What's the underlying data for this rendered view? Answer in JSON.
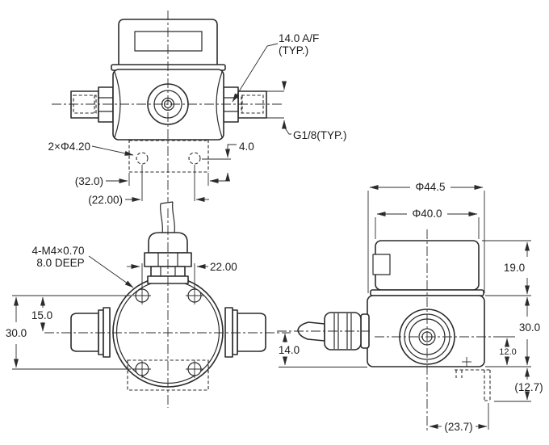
{
  "drawing": {
    "front_view": {
      "af_size": "14.0 A/F",
      "af_typ": "(TYP.)",
      "thread": "G1/8(TYP.)",
      "mount_holes": "2×Φ4.20",
      "bracket_width": "(32.0)",
      "hole_pitch": "(22.00)",
      "edge_offset": "4.0"
    },
    "top_view": {
      "tap_spec": "4-M4×0.70",
      "tap_depth": "8.0 DEEP",
      "hole_pitch_x": "22.00",
      "half_pitch": "15.0",
      "hole_pitch_y": "30.0"
    },
    "side_view": {
      "body_dia": "Φ44.5",
      "head_dia": "Φ40.0",
      "head_height": "19.0",
      "body_height": "30.0",
      "gland_center_height": "14.0",
      "port_center_height": "12.0",
      "bracket_drop": "(12.7)",
      "bracket_reach": "(23.7)"
    },
    "colors": {
      "line": "#2b2b2b",
      "text": "#1c1c1c",
      "background": "#ffffff"
    }
  }
}
